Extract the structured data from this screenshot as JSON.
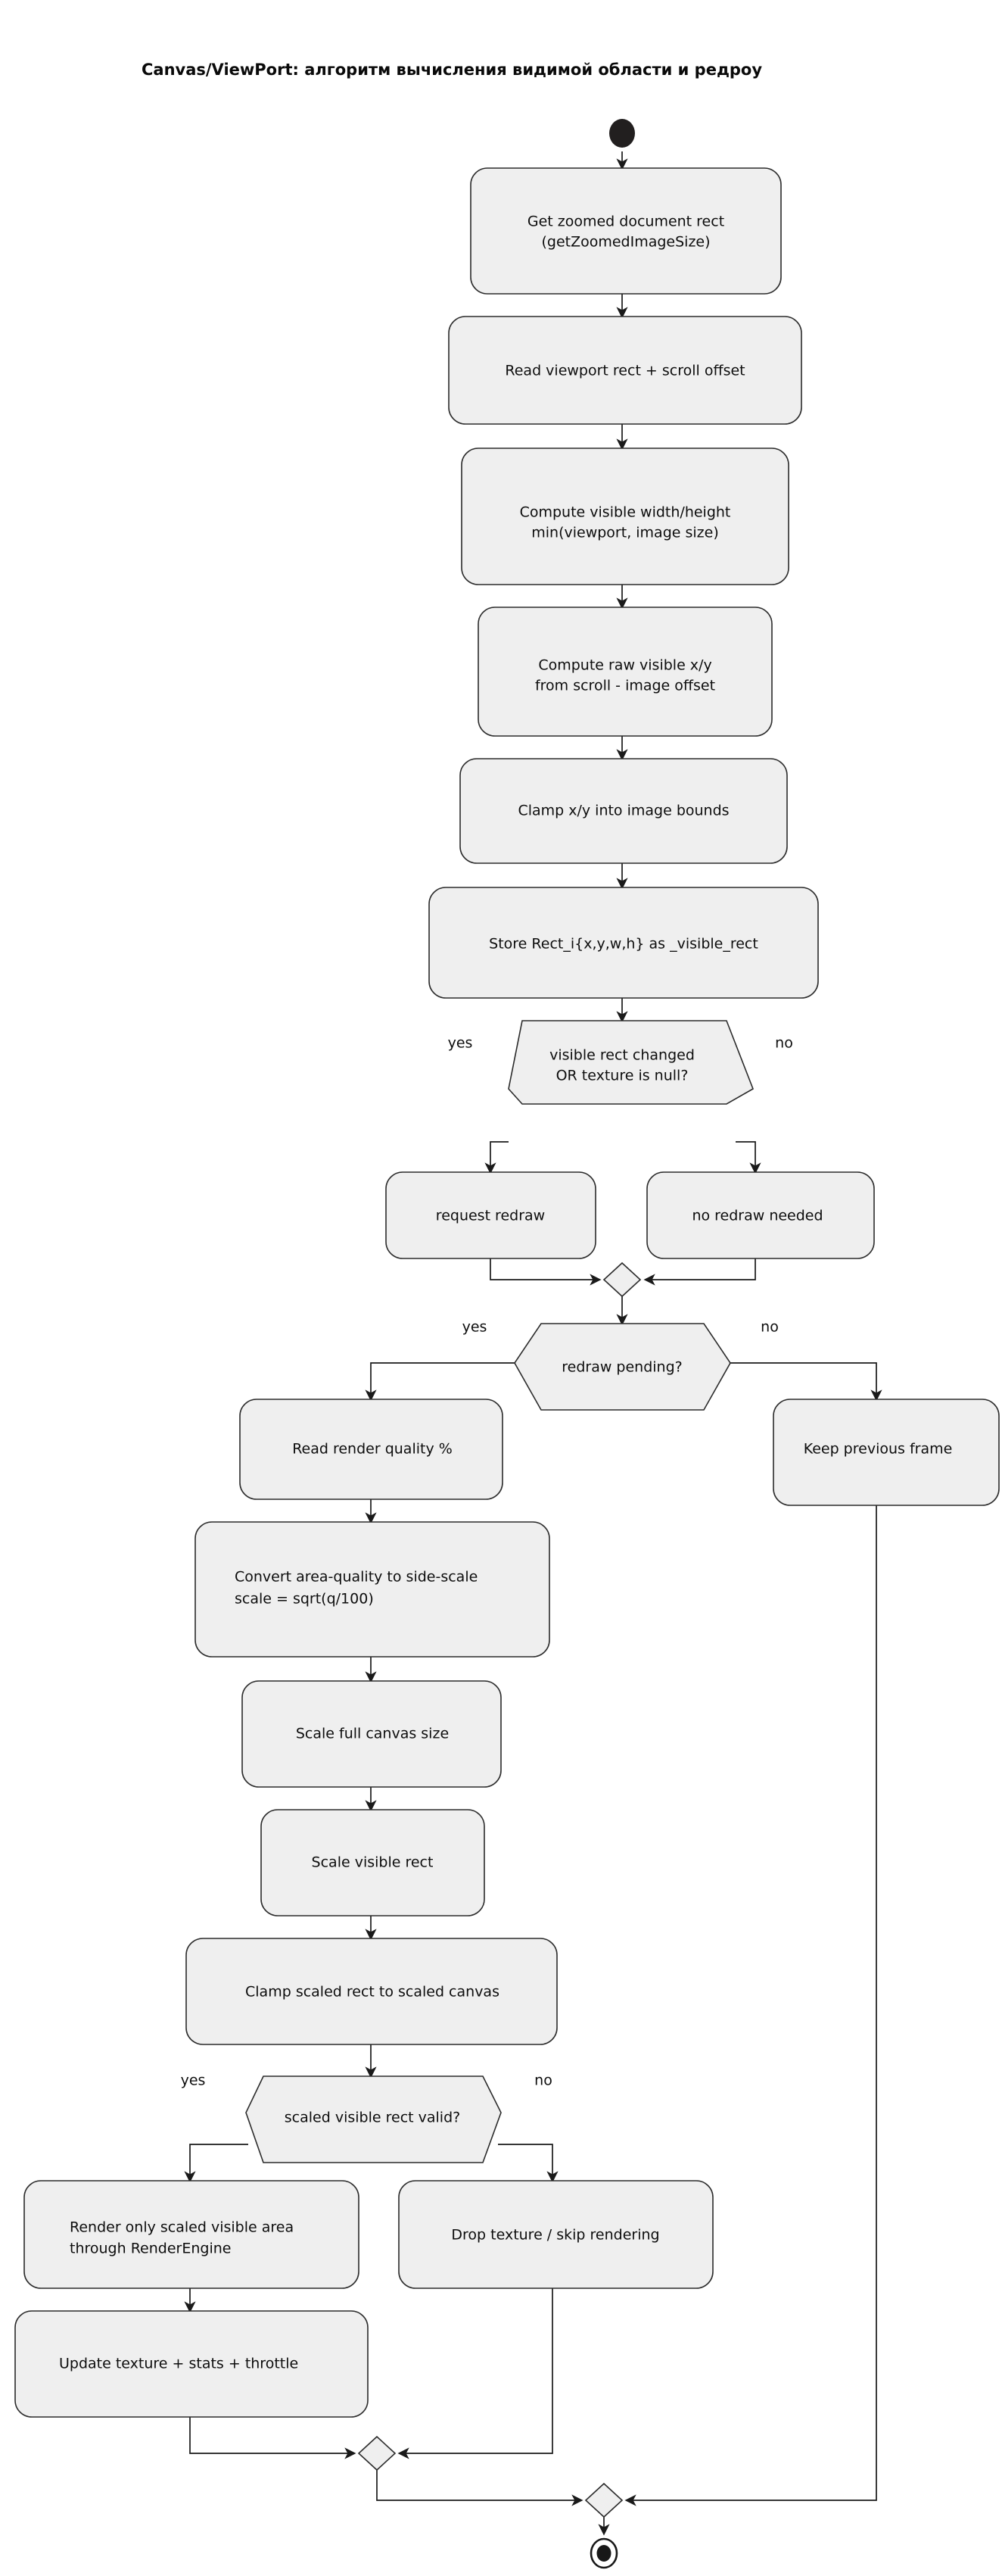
{
  "diagram": {
    "title": "Canvas/ViewPort: алгоритм вычисления видимой области и редроу",
    "type": "activity-flowchart",
    "background_color": "#ffffff",
    "node_fill_color": "#EFEFEF",
    "node_border_color": "#2b2b2b",
    "edge_color": "#1a1a1a",
    "start_node_color": "#221f1f"
  },
  "nodes": {
    "start": {
      "kind": "start",
      "label": ""
    },
    "n1": {
      "kind": "action",
      "line1": "Get zoomed document rect",
      "line2": "(getZoomedImageSize)"
    },
    "n2": {
      "kind": "action",
      "line1": "Read viewport rect + scroll offset",
      "line2": ""
    },
    "n3": {
      "kind": "action",
      "line1": "Compute visible width/height",
      "line2": "min(viewport, image size)"
    },
    "n4": {
      "kind": "action",
      "line1": "Compute raw visible x/y",
      "line2": "from scroll - image offset"
    },
    "n5": {
      "kind": "action",
      "line1": "Clamp x/y into image bounds",
      "line2": ""
    },
    "n6": {
      "kind": "action",
      "line1": "Store Rect_i{x,y,w,h} as _visible_rect",
      "line2": ""
    },
    "d1": {
      "kind": "decision",
      "line1": "visible rect changed",
      "line2": "OR texture is null?"
    },
    "n7": {
      "kind": "action",
      "line1": "request redraw",
      "line2": ""
    },
    "n8": {
      "kind": "action",
      "line1": "no redraw needed",
      "line2": ""
    },
    "m1": {
      "kind": "merge",
      "label": ""
    },
    "d2": {
      "kind": "decision",
      "line1": "redraw pending?",
      "line2": ""
    },
    "n9": {
      "kind": "action",
      "line1": "Read render quality %",
      "line2": ""
    },
    "n10": {
      "kind": "action",
      "line1": "Keep previous frame",
      "line2": ""
    },
    "n11": {
      "kind": "action",
      "line1": "Convert area-quality to side-scale",
      "line2": "scale = sqrt(q/100)"
    },
    "n12": {
      "kind": "action",
      "line1": "Scale full canvas size",
      "line2": ""
    },
    "n13": {
      "kind": "action",
      "line1": "Scale visible rect",
      "line2": ""
    },
    "n14": {
      "kind": "action",
      "line1": "Clamp scaled rect to scaled canvas",
      "line2": ""
    },
    "d3": {
      "kind": "decision",
      "line1": "scaled visible rect valid?",
      "line2": ""
    },
    "n15": {
      "kind": "action",
      "line1": "Render only scaled visible area",
      "line2": "through RenderEngine"
    },
    "n16": {
      "kind": "action",
      "line1": "Drop texture / skip rendering",
      "line2": ""
    },
    "n17": {
      "kind": "action",
      "line1": "Update texture + stats + throttle",
      "line2": ""
    },
    "m2": {
      "kind": "merge",
      "label": ""
    },
    "m3": {
      "kind": "merge",
      "label": ""
    },
    "end": {
      "kind": "end",
      "label": ""
    }
  },
  "edge_labels": {
    "d1_yes": "yes",
    "d1_no": "no",
    "d2_yes": "yes",
    "d2_no": "no",
    "d3_yes": "yes",
    "d3_no": "no"
  }
}
